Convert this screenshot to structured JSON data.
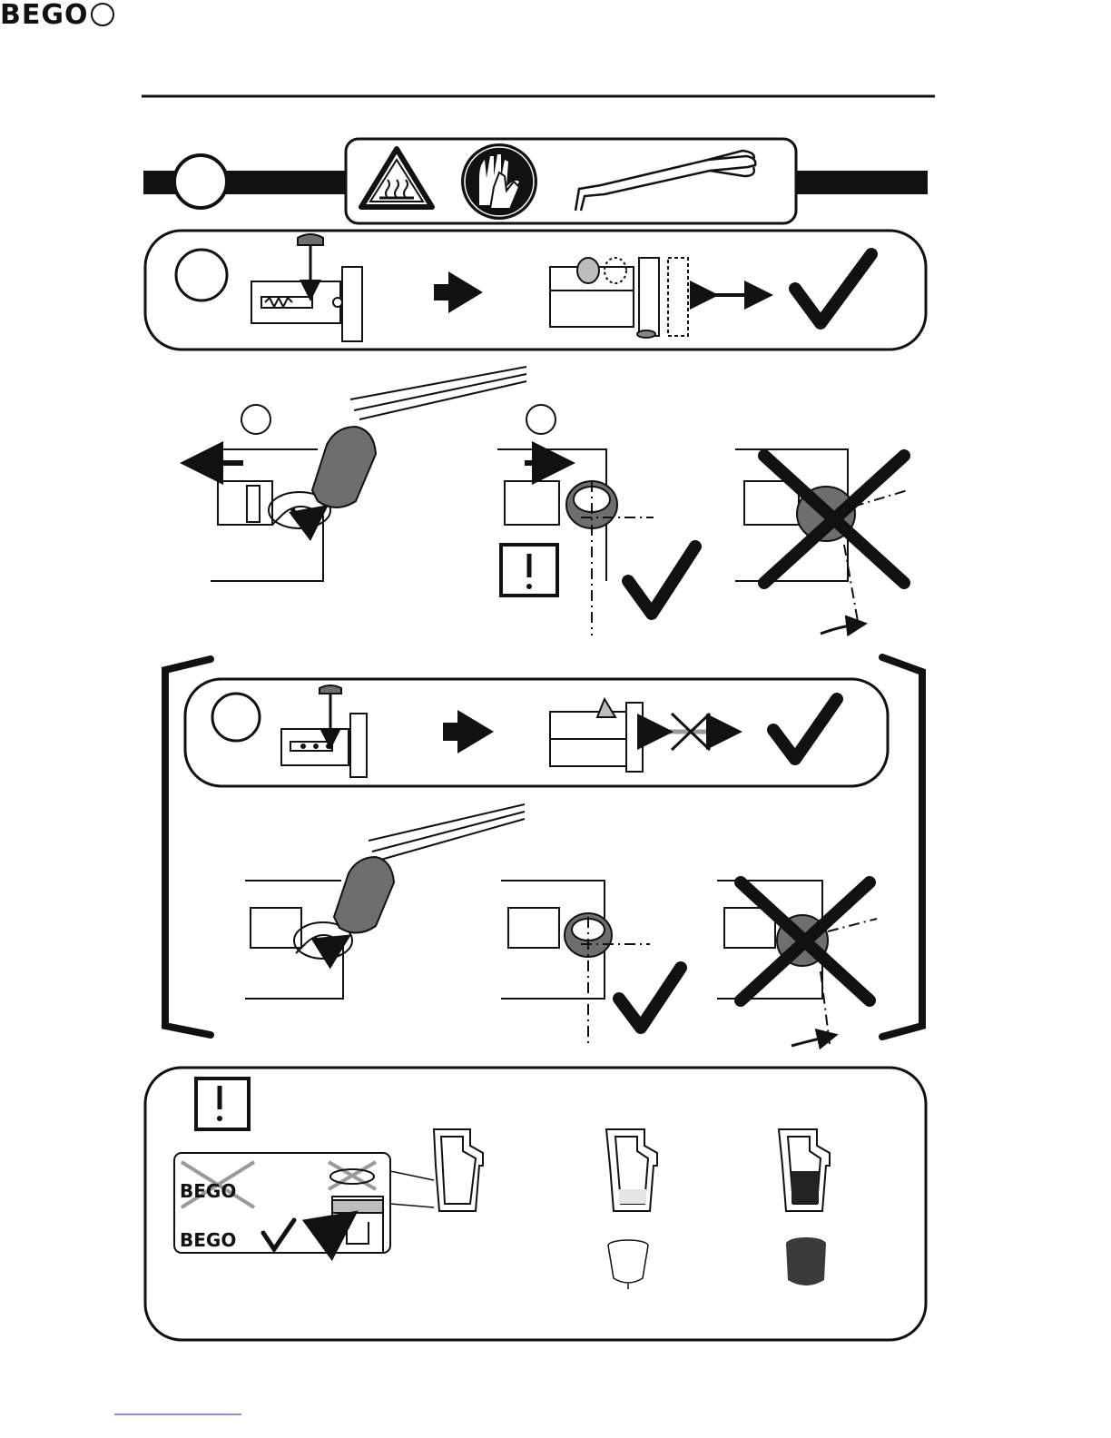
{
  "header": {
    "logo_text": "BEGO",
    "logo_icon": "seal-icon"
  },
  "safety_banner": {
    "icons": [
      "hot-surface-warning-icon",
      "protective-gloves-icon",
      "crucible-tongs-icon"
    ]
  },
  "notice_panel": {
    "logo_text_crossed": "BEGO",
    "logo_text_checked": "BEGO"
  },
  "colors": {
    "ink": "#111111",
    "gray_fill": "#6e6e6e",
    "light_gray": "#bdbdbd"
  }
}
